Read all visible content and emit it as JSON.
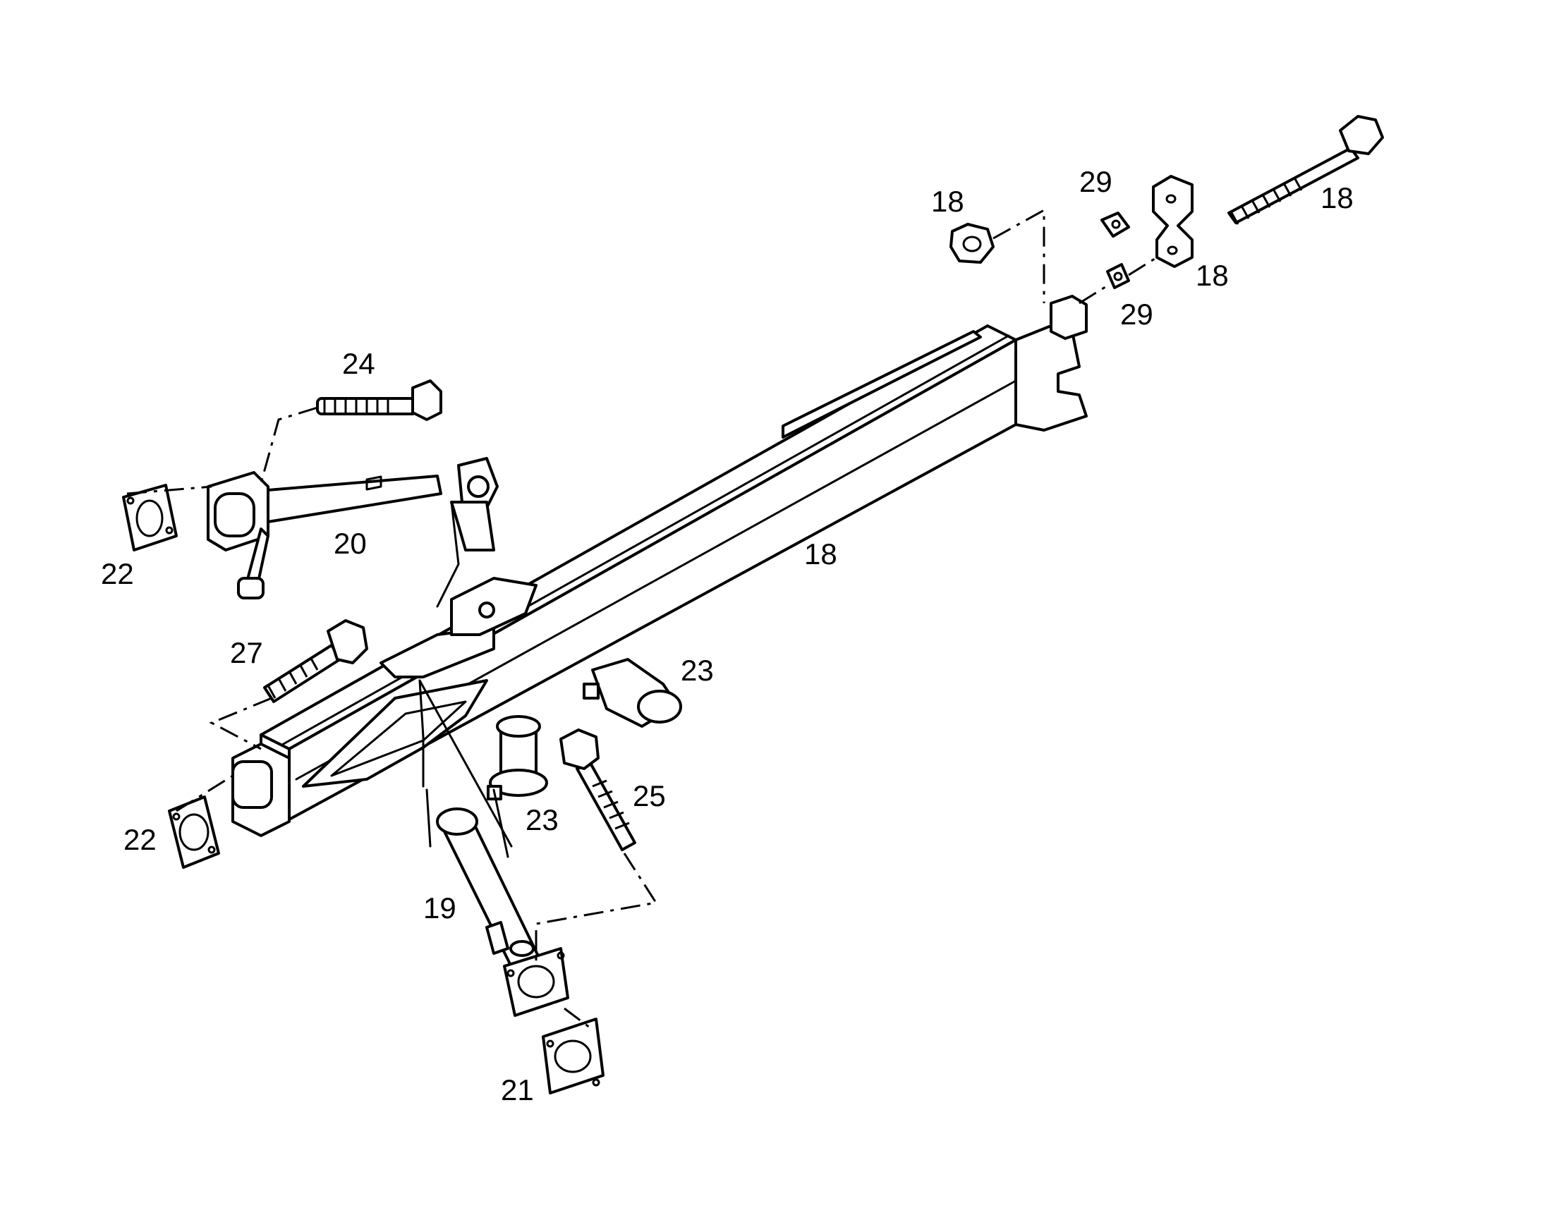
{
  "diagram": {
    "callouts": [
      {
        "id": "nut-top",
        "text": "18"
      },
      {
        "id": "washer-top",
        "text": "29"
      },
      {
        "id": "bolt-top",
        "text": "18"
      },
      {
        "id": "clamp",
        "text": "18"
      },
      {
        "id": "washer-lower",
        "text": "29"
      },
      {
        "id": "bolt-arm",
        "text": "24"
      },
      {
        "id": "beam",
        "text": "18"
      },
      {
        "id": "arm-upper",
        "text": "20"
      },
      {
        "id": "plate-upper",
        "text": "22"
      },
      {
        "id": "bolt-left",
        "text": "27"
      },
      {
        "id": "pin-right",
        "text": "23"
      },
      {
        "id": "plate-lower",
        "text": "22"
      },
      {
        "id": "pin-lower",
        "text": "23"
      },
      {
        "id": "bolt-lower",
        "text": "25"
      },
      {
        "id": "arm-lower",
        "text": "19"
      },
      {
        "id": "plate-bottom",
        "text": "21"
      }
    ]
  }
}
